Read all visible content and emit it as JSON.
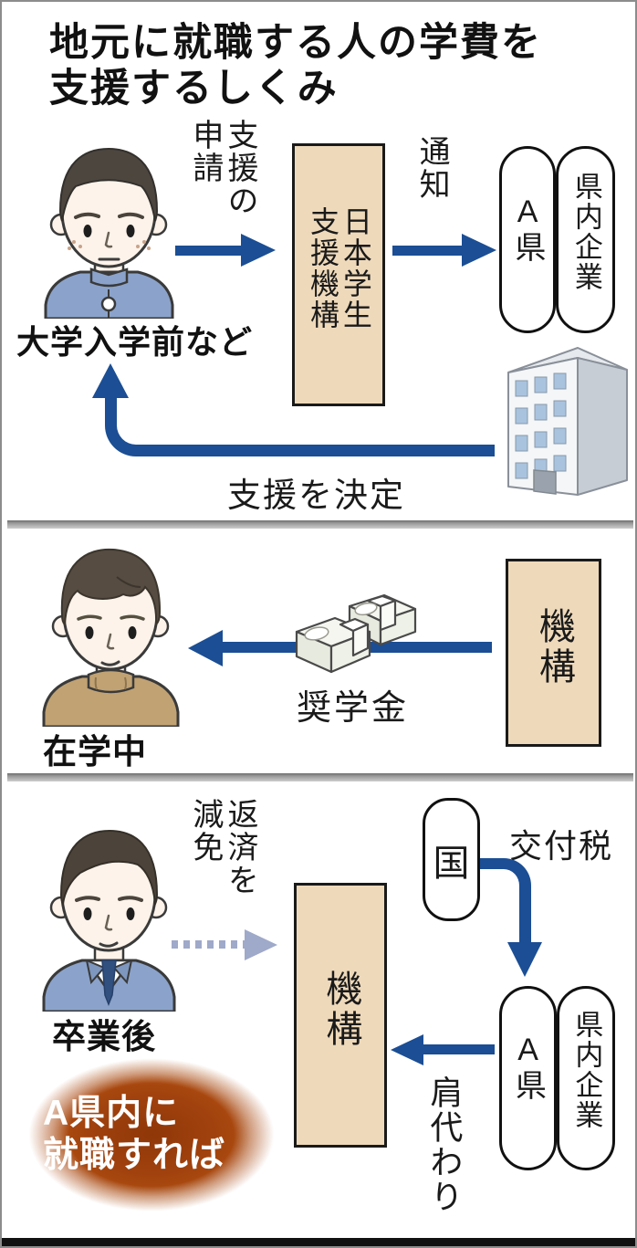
{
  "title": {
    "line1": "地元に就職する人の学費を",
    "line2": "支援するしくみ"
  },
  "colors": {
    "arrow_blue": "#1b4e94",
    "box_tan": "#eed9ba",
    "dashed_arrow_blue_gray": "#9fa9c9",
    "highlight_red": "#a1420e",
    "divider_gray": "#9a9a9a"
  },
  "stage1": {
    "person_label": "大学入学前など",
    "apply_label": "支援の申請",
    "jasso_box_label": "日本学生支援機構",
    "notify_label": "通知",
    "prefecture_label": "A県",
    "company_label": "県内企業",
    "decide_label": "支援を決定"
  },
  "stage2": {
    "person_label": "在学中",
    "scholarship_label": "奨学金",
    "org_label": "機構"
  },
  "stage3": {
    "person_label": "卒業後",
    "waive_label": "返済を減免",
    "org_label": "機構",
    "nation_label": "国",
    "tax_label": "交付税",
    "prefecture_label": "A県",
    "company_label": "県内企業",
    "shoulder_label": "肩代わり",
    "highlight_line1": "A県内に",
    "highlight_line2": "就職すれば"
  }
}
